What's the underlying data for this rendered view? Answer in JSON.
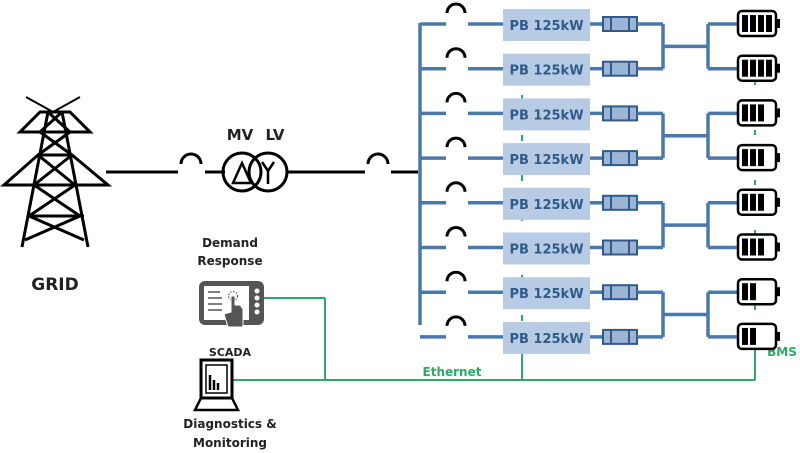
{
  "title": "Battery energy storage system single-line diagram",
  "colors": {
    "bus": "#4a78aa",
    "converter_fill": "#b7cce4",
    "converter_text": "#2f5a8a",
    "ethernet": "#2fa86a",
    "black": "#000000"
  },
  "grid": {
    "label": "GRID",
    "icon": "transmission-tower-icon"
  },
  "transformer": {
    "mv_label": "MV",
    "lv_label": "LV",
    "primary_symbol": "delta",
    "secondary_symbol": "wye"
  },
  "converters": [
    {
      "label": "PB 125kW"
    },
    {
      "label": "PB 125kW"
    },
    {
      "label": "PB 125kW"
    },
    {
      "label": "PB 125kW"
    },
    {
      "label": "PB 125kW"
    },
    {
      "label": "PB 125kW"
    },
    {
      "label": "PB 125kW"
    },
    {
      "label": "PB 125kW"
    }
  ],
  "batteries": [
    {
      "bars": 4
    },
    {
      "bars": 4
    },
    {
      "bars": 3
    },
    {
      "bars": 3
    },
    {
      "bars": 3
    },
    {
      "bars": 3
    },
    {
      "bars": 2
    },
    {
      "bars": 2
    }
  ],
  "battery_max_bars": 4,
  "control": {
    "demand_response_line1": "Demand",
    "demand_response_line2": "Response",
    "scada_label": "SCADA",
    "diagnostics_line1": "Diagnostics &",
    "diagnostics_line2": "Monitoring",
    "ethernet_label": "Ethernet",
    "bms_label": "BMS"
  }
}
